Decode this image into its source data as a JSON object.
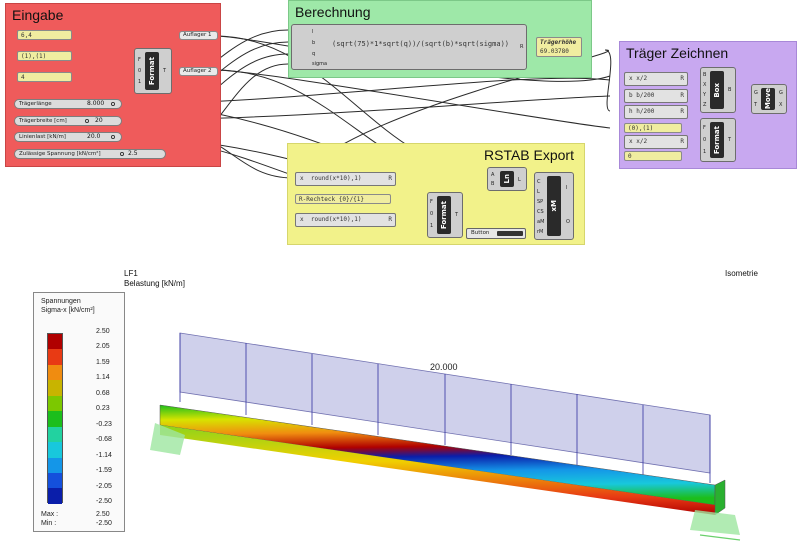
{
  "groups": {
    "eingabe": "Eingabe",
    "berechnung": "Berechnung",
    "traeger": "Träger Zeichnen",
    "rstab": "RSTAB Export"
  },
  "eingabe": {
    "panels": [
      "6,4",
      "(1),(1)",
      "4"
    ],
    "relays": [
      "Auflager 1",
      "Auflager 2"
    ],
    "format_label": "Format",
    "format_inputs": [
      "F",
      "0",
      "1"
    ],
    "format_output": "T",
    "sliders": [
      {
        "label": "Trägerlänge",
        "value": "8.000"
      },
      {
        "label": "Trägerbreite [cm]",
        "value": "20"
      },
      {
        "label": "Linienlast [kN/m]",
        "value": "20.0"
      },
      {
        "label": "Zulässige Spannung [kN/cm²]",
        "value": "2.5"
      }
    ]
  },
  "berechnung": {
    "inputs": [
      "l",
      "b",
      "q",
      "sigma"
    ],
    "expression": "(sqrt(75)*1*sqrt(q))/(sqrt(b)*sqrt(sigma))",
    "output": "R",
    "result_title": "Trägerhöhe",
    "result_value": "69.03780"
  },
  "traeger": {
    "exprs": [
      "x/2",
      "b/200",
      "h/200",
      "x/2"
    ],
    "expr_inputs": [
      "x",
      "b",
      "h",
      "x"
    ],
    "expr_out": "R",
    "panels": [
      "(0),(1)",
      "0"
    ],
    "box_label": "Box",
    "box_inputs": [
      "B",
      "X",
      "Y",
      "Z"
    ],
    "box_output": "B",
    "format_label": "Format",
    "format_inputs": [
      "F",
      "0",
      "1"
    ],
    "format_output": "T",
    "move_label": "Move",
    "move_inputs": [
      "G",
      "T"
    ],
    "move_outputs": [
      "G",
      "X"
    ]
  },
  "rstab": {
    "exprs": [
      "round(x*10),1)",
      "round(x*10),1)"
    ],
    "expr_inputs": [
      "x",
      "x"
    ],
    "expr_out": "R",
    "panel": "R-Rechteck {0}/{1}",
    "ln_label": "Ln",
    "ln_inputs": [
      "A",
      "B"
    ],
    "ln_output": "L",
    "format_label": "Format",
    "format_inputs": [
      "F",
      "0",
      "1"
    ],
    "format_output": "T",
    "xm_label": "xM",
    "xm_inputs": [
      "C",
      "L",
      "SP",
      "CS",
      "aM",
      "rM"
    ],
    "xm_outputs": [
      "I",
      "O"
    ],
    "button_label": "Button"
  },
  "result_view": {
    "case": "LF1",
    "loading": "Belastung [kN/m]",
    "view": "Isometrie",
    "load_value": "20.000",
    "legend_title": "Spannungen",
    "legend_subtitle": "Sigma-x [kN/cm²]",
    "legend_values": [
      "2.50",
      "2.05",
      "1.59",
      "1.14",
      "0.68",
      "0.23",
      "-0.23",
      "-0.68",
      "-1.14",
      "-1.59",
      "-2.05",
      "-2.50"
    ],
    "legend_colors": [
      "#b00000",
      "#e83a14",
      "#f08c10",
      "#c8b400",
      "#7cc800",
      "#1cbe1c",
      "#22d2a0",
      "#18c8dc",
      "#1496e8",
      "#1450dc",
      "#0a1eaa"
    ],
    "max_label": "Max :",
    "max_value": "2.50",
    "min_label": "Min :",
    "min_value": "-2.50"
  }
}
